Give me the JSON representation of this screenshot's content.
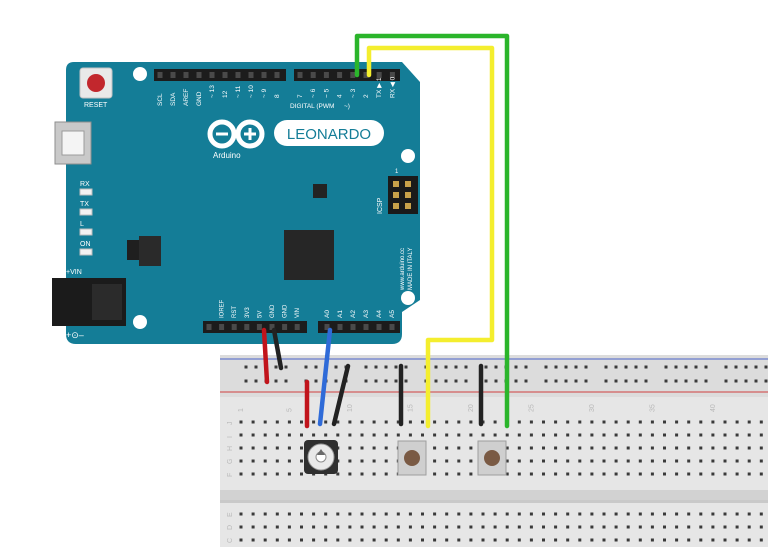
{
  "board": {
    "brand": "Arduino",
    "model": "LEONARDO",
    "reset_label": "RESET",
    "top_pin_labels": [
      "SCL",
      "SDA",
      "AREF",
      "GND",
      "~ 13",
      "12",
      "~ 11",
      "~ 10",
      "~ 9",
      "8",
      "7",
      "~ 6",
      "~ 5",
      "4",
      "~ 3",
      "2",
      "TX ▶ 1",
      "RX ◀ 0"
    ],
    "digital_label": "DIGITAL (PWM",
    "digital_label_tilde": "~)",
    "led_labels": [
      "RX",
      "TX",
      "L",
      "ON"
    ],
    "icsp_label": "ICSP",
    "icsp_pin1": "1",
    "made_in_line1": "www.arduino.cc",
    "made_in_line2": "MADE IN ITALY",
    "vin_label": "+VIN",
    "power_labels": [
      "IOREF",
      "RST",
      "3V3",
      "5V",
      "GND",
      "GND",
      "VIN"
    ],
    "analog_labels": [
      "A0",
      "A1",
      "A2",
      "A3",
      "A4",
      "A5"
    ],
    "polarity_symbol": "+⊙–"
  },
  "breadboard": {
    "column_numbers": [
      "1",
      "5",
      "10",
      "15",
      "20",
      "25",
      "30",
      "35",
      "40"
    ],
    "row_letters_upper": [
      "J",
      "I",
      "H",
      "G",
      "F"
    ],
    "row_letters_lower": [
      "E",
      "D",
      "C"
    ]
  },
  "colors": {
    "board": "#147d97",
    "board_dark": "#0d5f74",
    "breadboard": "#e4e4e4",
    "rail_red": "#d14040",
    "rail_blue": "#4a62c9",
    "wire_green": "#2bb52b",
    "wire_yellow": "#f4ee2e",
    "wire_red": "#c1141b",
    "wire_black": "#222222",
    "wire_blue": "#2f6bd8"
  }
}
